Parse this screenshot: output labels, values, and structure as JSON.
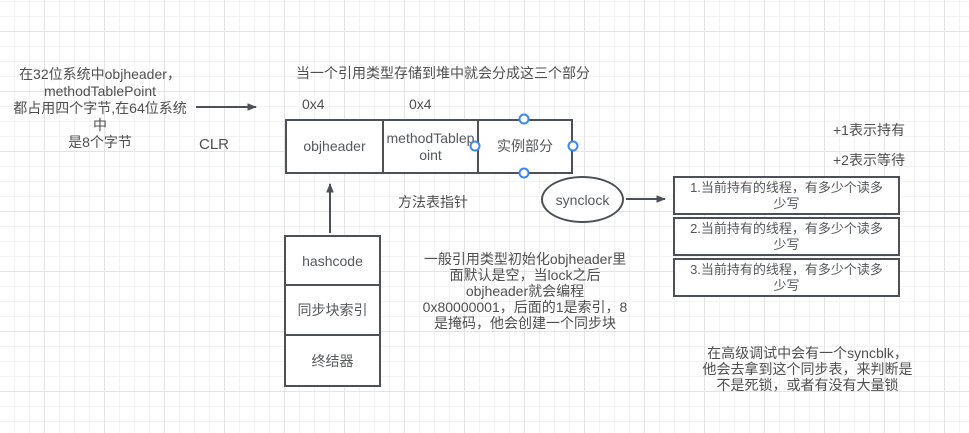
{
  "colors": {
    "stroke": "#4c5058",
    "text": "#4f4f4f",
    "handle": "#3d87f5",
    "grid_minor": "#f3f3f3",
    "grid_major": "#e4e4e4"
  },
  "notes": {
    "left_note": "在32位系统中objheader，\nmethodTablePoint\n都占用四个字节,在64位系统中\n是8个字节",
    "clr_label": "CLR",
    "top_note": "当一个引用类型存储到堆中就会分成这三个部分",
    "size_label_objheader": "0x4",
    "size_label_methodtable": "0x4",
    "method_table_pointer_label": "方法表指针",
    "middle_note": "一般引用类型初始化objheader里\n面默认是空，当lock之后\nobjheader就会编程\n0x80000001，后面的1是索引，8\n是掩码，他会创建一个同步块",
    "plus1_note": "+1表示持有",
    "plus2_note": "+2表示等待",
    "bottom_right_note": "在高级调试中会有一个syncblk，\n他会去拿到这个同步表，来判断是\n不是死锁，或者有没有大量锁"
  },
  "heap_row": {
    "cells": [
      {
        "label": "objheader"
      },
      {
        "label": "methodTablepoint"
      },
      {
        "label": "实例部分"
      }
    ]
  },
  "synclock": {
    "label": "synclock"
  },
  "sync_table": {
    "rows": [
      {
        "label": "1.当前持有的线程，有多少个读多少写"
      },
      {
        "label": "2.当前持有的线程，有多少个读多少写"
      },
      {
        "label": "3.当前持有的线程，有多少个读多少写"
      }
    ]
  },
  "header_stack": {
    "cells": [
      {
        "label": "hashcode"
      },
      {
        "label": "同步块索引"
      },
      {
        "label": "终结器"
      }
    ]
  }
}
